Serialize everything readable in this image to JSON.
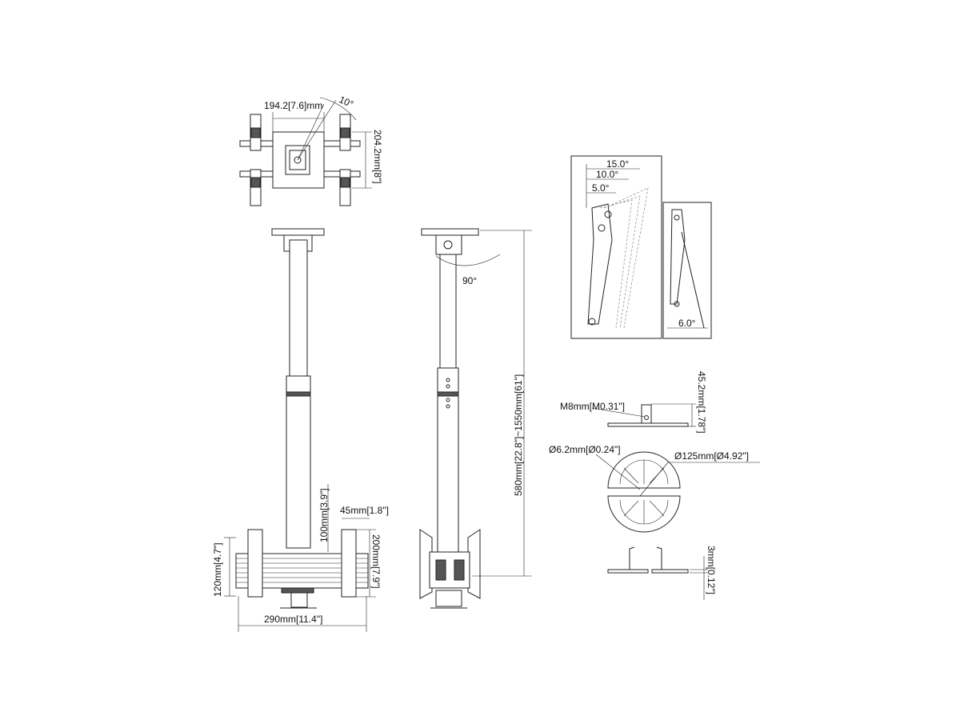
{
  "top_view": {
    "width_label": "194.2[7.6]mm",
    "angle_label": "10°",
    "height_label": "204.2mm[8\"]"
  },
  "side_view": {
    "rotation_label": "90°",
    "height_range_label": "580mm[22.8\"]~1550mm[61\"]"
  },
  "front_view": {
    "adjust_label": "100mm[3.9\"]",
    "arm_width_label": "45mm[1.8\"]",
    "arm_height_label": "200mm[7.9\"]",
    "bar_height_label": "120mm[4.7\"]",
    "total_width_label": "290mm[11.4\"]"
  },
  "tilt_detail": {
    "angles": [
      "15.0°",
      "10.0°",
      "5.0°"
    ],
    "fixed_angle": "6.0°"
  },
  "base_detail": {
    "bolt_label": "M8mm[M0.31\"]",
    "height_label": "45.2mm[1.78\"]",
    "hole_label": "Ø6.2mm[Ø0.24\"]",
    "diameter_label": "Ø125mm[Ø4.92\"]",
    "thickness_label": "3mm[0.12\"]"
  }
}
